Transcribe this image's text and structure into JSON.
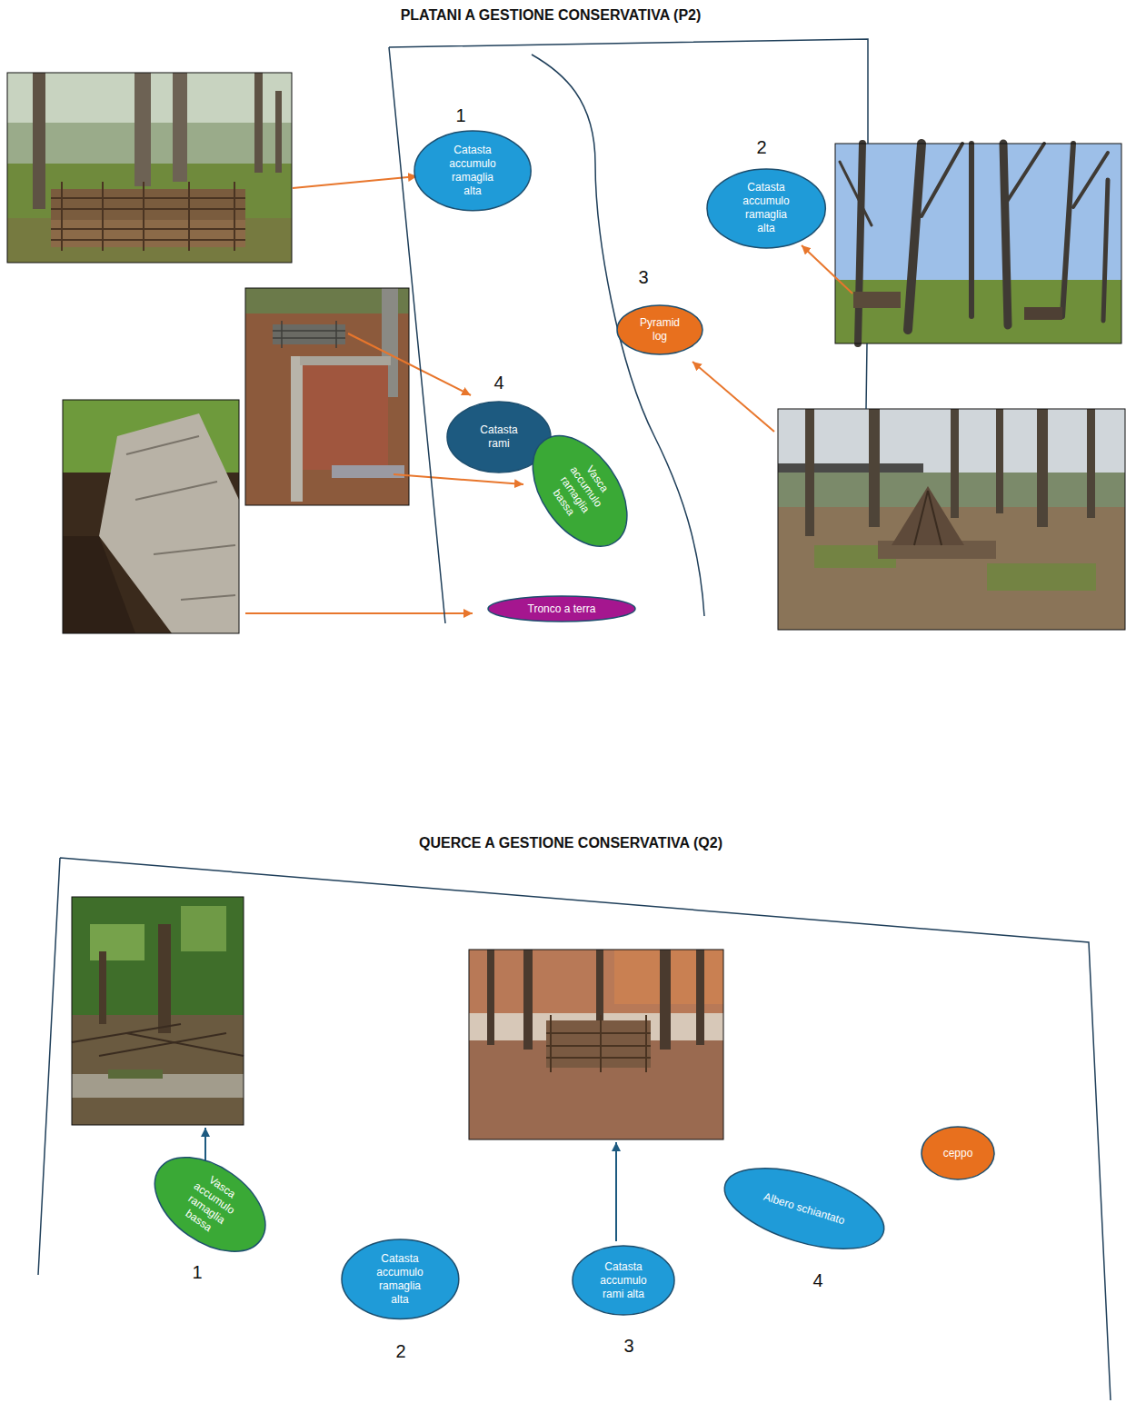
{
  "diagram": {
    "nodes": [
      {
        "text": [
          "PLATANI A GESTIONE CONSERVATIVA (P2)"
        ]
      },
      {
        "text": [
          "Catasta accumulo ramaglia alta"
        ],
        "in": 0
      },
      {
        "text": [
          "Catasta accumulo ramaglia alta"
        ],
        "in": 0
      },
      {
        "text": [
          "Pyramid log"
        ],
        "in": 0
      },
      {
        "text": [
          "Catasta rami"
        ],
        "in": 0
      },
      {
        "text": [
          "Vasca accumulo ramaglia bassa"
        ],
        "in": 0
      },
      {
        "text": [
          "Tronco a terra"
        ],
        "in": 0
      },
      {
        "text": [
          "QUERCE A GESTIONE CONSERVATIVA (Q2)"
        ]
      },
      {
        "text": [
          "Vasca accumulo ramaglia bassa"
        ],
        "in": 7
      },
      {
        "text": [
          "Catasta accumulo ramaglia alta"
        ],
        "in": 7
      },
      {
        "text": [
          "Catasta accumulo rami alta"
        ],
        "in": 7
      },
      {
        "text": [
          "Albero schiantato"
        ],
        "in": 7
      },
      {
        "text": [
          "ceppo"
        ],
        "in": 7
      }
    ],
    "labels": [
      "1",
      "2",
      "3",
      "4",
      "1",
      "2",
      "3",
      "4"
    ]
  }
}
